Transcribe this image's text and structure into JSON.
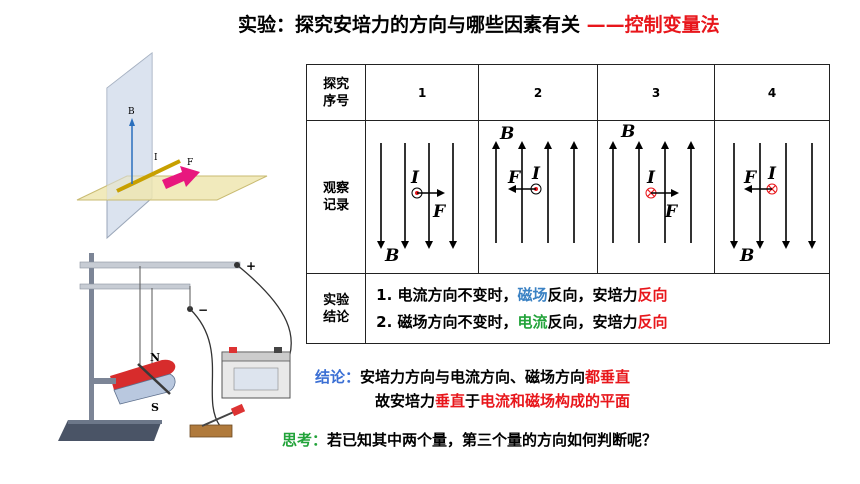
{
  "title": {
    "main": "实验：探究安培力的方向与哪些因素有关",
    "method": "——控制变量法"
  },
  "table": {
    "header_label": [
      "探究",
      "序号"
    ],
    "columns": [
      "1",
      "2",
      "3",
      "4"
    ],
    "observe_label": [
      "观察",
      "记录"
    ],
    "conclusion_label": [
      "实验",
      "结论"
    ],
    "symbols": {
      "B": "B",
      "I": "I",
      "F": "F"
    },
    "conclusion1": {
      "prefix": "1. 电流方向不变时，",
      "highlight": "磁场",
      "middle": "反向，安培力",
      "result": "反向"
    },
    "conclusion2": {
      "prefix": "2. 磁场方向不变时，",
      "highlight": "电流",
      "middle": "反向，安培力",
      "result": "反向"
    }
  },
  "result": {
    "label": "结论：",
    "line1_text": "安培力方向与电流方向、磁场方向",
    "line1_hl": "都垂直",
    "line2_a": "故安培力",
    "line2_hl1": "垂直",
    "line2_b": "于",
    "line2_hl2": "电流和磁场构成的平面"
  },
  "think": {
    "label": "思考：",
    "text": "若已知其中两个量，第三个量的方向如何判断呢？"
  },
  "figure": {
    "B": "B",
    "I": "I",
    "F": "F",
    "N": "N",
    "S": "S",
    "plus": "+",
    "minus": "−"
  },
  "colors": {
    "red": "#e8161b",
    "blue": "#3b82c4",
    "green": "#22a33a"
  }
}
